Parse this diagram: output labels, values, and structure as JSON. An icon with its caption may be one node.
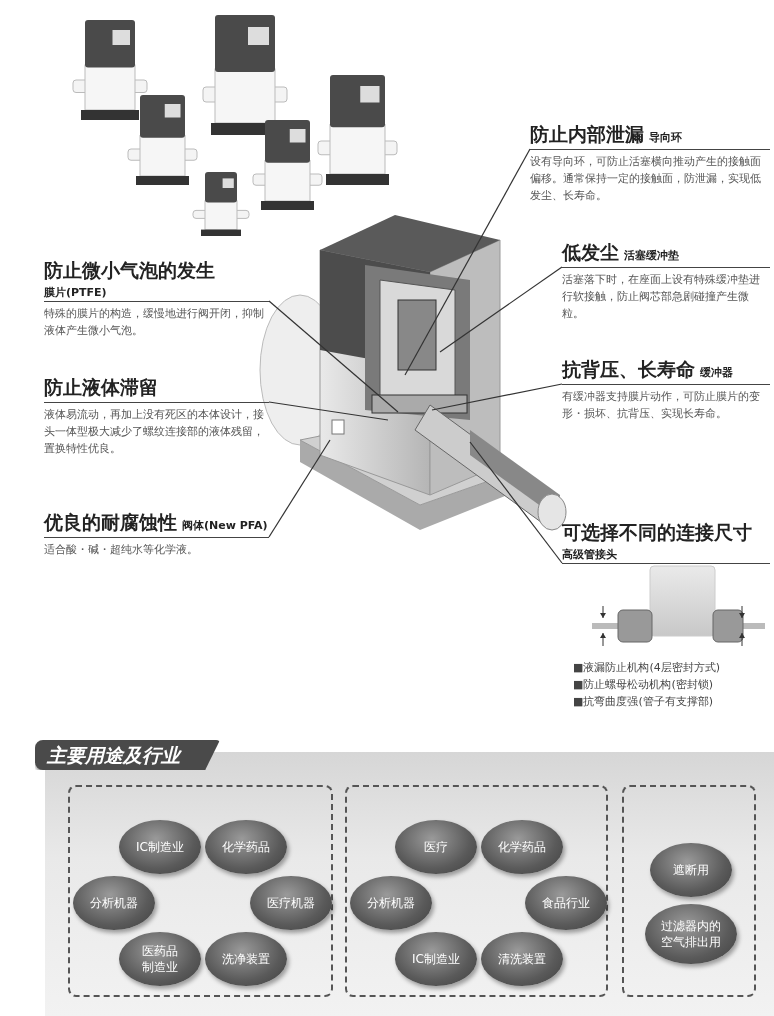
{
  "diagram": {
    "nodes": [
      {
        "text": [
          "防止内部泄漏",
          "导向环",
          "设有导向环，可防止活塞横向推动产生的接触面偏移。通常保持一定的接触面，防泄漏，实现低发尘、长寿命。"
        ]
      },
      {
        "text": [
          "防止微小气泡的发生",
          "膜片(PTFE)",
          "特殊的膜片的构造，缓慢地进行阀开闭，抑制液体产生微小气泡。"
        ]
      },
      {
        "text": [
          "低发尘",
          "活塞缓冲垫",
          "活塞落下时，在座面上设有特殊缓冲垫进行软接触，防止阀芯部急剧碰撞产生微粒。"
        ]
      },
      {
        "text": [
          "防止液体滞留",
          "液体易流动，再加上没有死区的本体设计，接头一体型极大减少了螺纹连接部的液体残留，置换特性优良。"
        ]
      },
      {
        "text": [
          "抗背压、长寿命",
          "缓冲器",
          "有缓冲器支持膜片动作，可防止膜片的变形・损坏、抗背压、实现长寿命。"
        ]
      },
      {
        "text": [
          "优良的耐腐蚀性",
          "阀体(New PFA)",
          "适合酸・碱・超纯水等化学液。"
        ]
      },
      {
        "text": [
          "可选择不同的连接尺寸",
          "高级管接头"
        ]
      },
      {
        "text": [
          "主要用途及行业"
        ]
      },
      {
        "text": [],
        "shape": "box",
        "in": 7
      },
      {
        "text": [
          "IC制造业"
        ],
        "in": 8
      },
      {
        "text": [
          "化学药品"
        ],
        "in": 8
      },
      {
        "text": [
          "分析机器"
        ],
        "in": 8
      },
      {
        "text": [
          "医疗机器"
        ],
        "in": 8
      },
      {
        "text": [
          "医药品制造业"
        ],
        "in": 8
      },
      {
        "text": [
          "洗净装置"
        ],
        "in": 8
      },
      {
        "text": [],
        "shape": "box",
        "in": 7
      },
      {
        "text": [
          "医疗"
        ],
        "in": 15
      },
      {
        "text": [
          "化学药品"
        ],
        "in": 15
      },
      {
        "text": [
          "分析机器"
        ],
        "in": 15
      },
      {
        "text": [
          "食品行业"
        ],
        "in": 15
      },
      {
        "text": [
          "IC制造业"
        ],
        "in": 15
      },
      {
        "text": [
          "清洗装置"
        ],
        "in": 15
      },
      {
        "text": [],
        "shape": "box",
        "in": 7
      },
      {
        "text": [
          "遮断用"
        ],
        "in": 22
      },
      {
        "text": [
          "过滤器内的空气排出用"
        ],
        "in": 22
      }
    ],
    "edges": [
      {
        "from": 0,
        "to": null,
        "arrow": "none"
      },
      {
        "from": 1,
        "to": null,
        "arrow": "none"
      },
      {
        "from": 2,
        "to": null,
        "arrow": "none"
      },
      {
        "from": 3,
        "to": null,
        "arrow": "none"
      },
      {
        "from": 4,
        "to": null,
        "arrow": "none"
      },
      {
        "from": 5,
        "to": null,
        "arrow": "none"
      },
      {
        "from": 6,
        "to": null,
        "arrow": "none"
      }
    ],
    "labels": [
      "■液漏防止机构(4层密封方式)",
      "■防止螺母松动机构(密封锁)",
      "■抗弯曲度强(管子有支撑部)"
    ]
  }
}
